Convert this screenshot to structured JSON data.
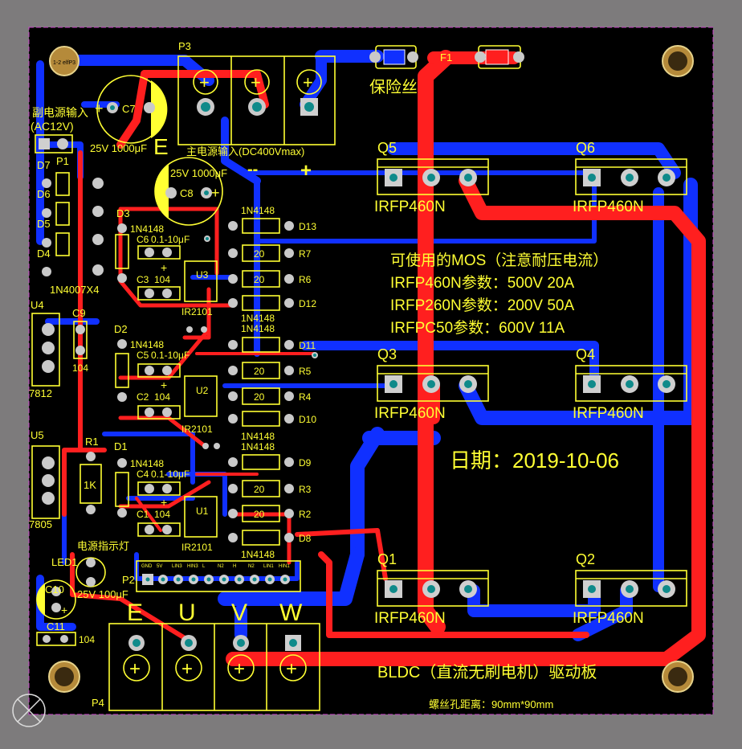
{
  "board": {
    "title": "BLDC（直流无刷电机）驱动板",
    "hole_spacing": "螺丝孔距离：90mm*90mm",
    "date": "日期：2019-10-06",
    "colors": {
      "background": "#7d7b7c",
      "board": "#000000",
      "top_copper": "#ff1f1f",
      "bottom_copper": "#1030ff",
      "silkscreen": "#ffff33",
      "pad": "#c9c9c9",
      "via": "#0f8a8a",
      "mounting_hole": "#b58a3a"
    }
  },
  "notes": {
    "line1": "可使用的MOS（注意耐压电流）",
    "line2": "IRFP460N参数：500V 20A",
    "line3": "IRFP260N参数：200V 50A",
    "line4": "IRFPC50参数：600V 11A"
  },
  "labels": {
    "fuse_cn": "保险丝",
    "fuse": "F1",
    "p3": "P3",
    "p1": "P1",
    "p2": "P2",
    "p4": "P4",
    "ctrl_power": "副电源输入",
    "ctrl_power_v": "(AC12V)",
    "main_power": "主电源输入(DC400Vmax)",
    "minus": "--",
    "plus": "+",
    "e_top": "E",
    "out_e": "E",
    "out_u": "U",
    "out_v": "V",
    "out_w": "W",
    "c7": "C7",
    "c7_val": "25V 1000μF",
    "c8": "C8",
    "c8_val": "25V 1000μF",
    "c10": "C10",
    "c10_val": "25V 100μF",
    "c11": "C11",
    "c11_val": "104",
    "c9": "C9",
    "c9_val": "104",
    "u4": "U4",
    "u4_val": "7812",
    "u5": "U5",
    "u5_val": "7805",
    "r1": "R1",
    "r1_val": "1K",
    "led1": "LED1",
    "led_cn": "电源指示灯",
    "bridge": "1N4007X4",
    "d4": "D4",
    "d5": "D5",
    "d6": "D6",
    "d7": "D7",
    "d1": "D1",
    "d2": "D2",
    "d3": "D3",
    "n4148": "1N4148",
    "c6": "C6",
    "c5": "C5",
    "c4": "C4",
    "boot_val": "0.1-10μF",
    "c3": "C3",
    "c2": "C2",
    "c1": "C1",
    "cap104": "104",
    "u3": "U3",
    "u2": "U2",
    "u1": "U1",
    "ir2101": "IR2101",
    "res20": "20",
    "r7": "R7",
    "r6": "R6",
    "r5": "R5",
    "r4": "R4",
    "r3": "R3",
    "r2": "R2",
    "d13": "D13",
    "d12": "D12",
    "d11": "D11",
    "d10": "D10",
    "d9": "D9",
    "d8": "D8",
    "hole_lbl": "1-2 elfP3"
  },
  "header_pins": [
    "GND",
    "5V",
    "LIN3",
    "HIN3",
    "L",
    "N2",
    "H",
    "N2",
    "LIN1",
    "HIN1"
  ],
  "mosfets": [
    {
      "ref": "Q5",
      "part": "IRFP460N"
    },
    {
      "ref": "Q6",
      "part": "IRFP460N"
    },
    {
      "ref": "Q3",
      "part": "IRFP460N"
    },
    {
      "ref": "Q4",
      "part": "IRFP460N"
    },
    {
      "ref": "Q1",
      "part": "IRFP460N"
    },
    {
      "ref": "Q2",
      "part": "IRFP460N"
    }
  ]
}
